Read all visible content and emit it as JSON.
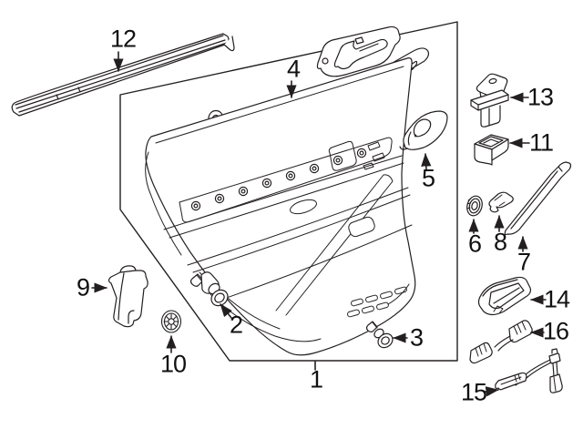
{
  "diagram": {
    "background_color": "#ffffff",
    "line_color": "#231f20",
    "callouts": [
      {
        "id": 1,
        "label": "1"
      },
      {
        "id": 2,
        "label": "2"
      },
      {
        "id": 3,
        "label": "3"
      },
      {
        "id": 4,
        "label": "4"
      },
      {
        "id": 5,
        "label": "5"
      },
      {
        "id": 6,
        "label": "6"
      },
      {
        "id": 7,
        "label": "7"
      },
      {
        "id": 8,
        "label": "8"
      },
      {
        "id": 9,
        "label": "9"
      },
      {
        "id": 10,
        "label": "10"
      },
      {
        "id": 11,
        "label": "11"
      },
      {
        "id": 12,
        "label": "12"
      },
      {
        "id": 13,
        "label": "13"
      },
      {
        "id": 14,
        "label": "14"
      },
      {
        "id": 15,
        "label": "15"
      },
      {
        "id": 16,
        "label": "16"
      }
    ]
  }
}
